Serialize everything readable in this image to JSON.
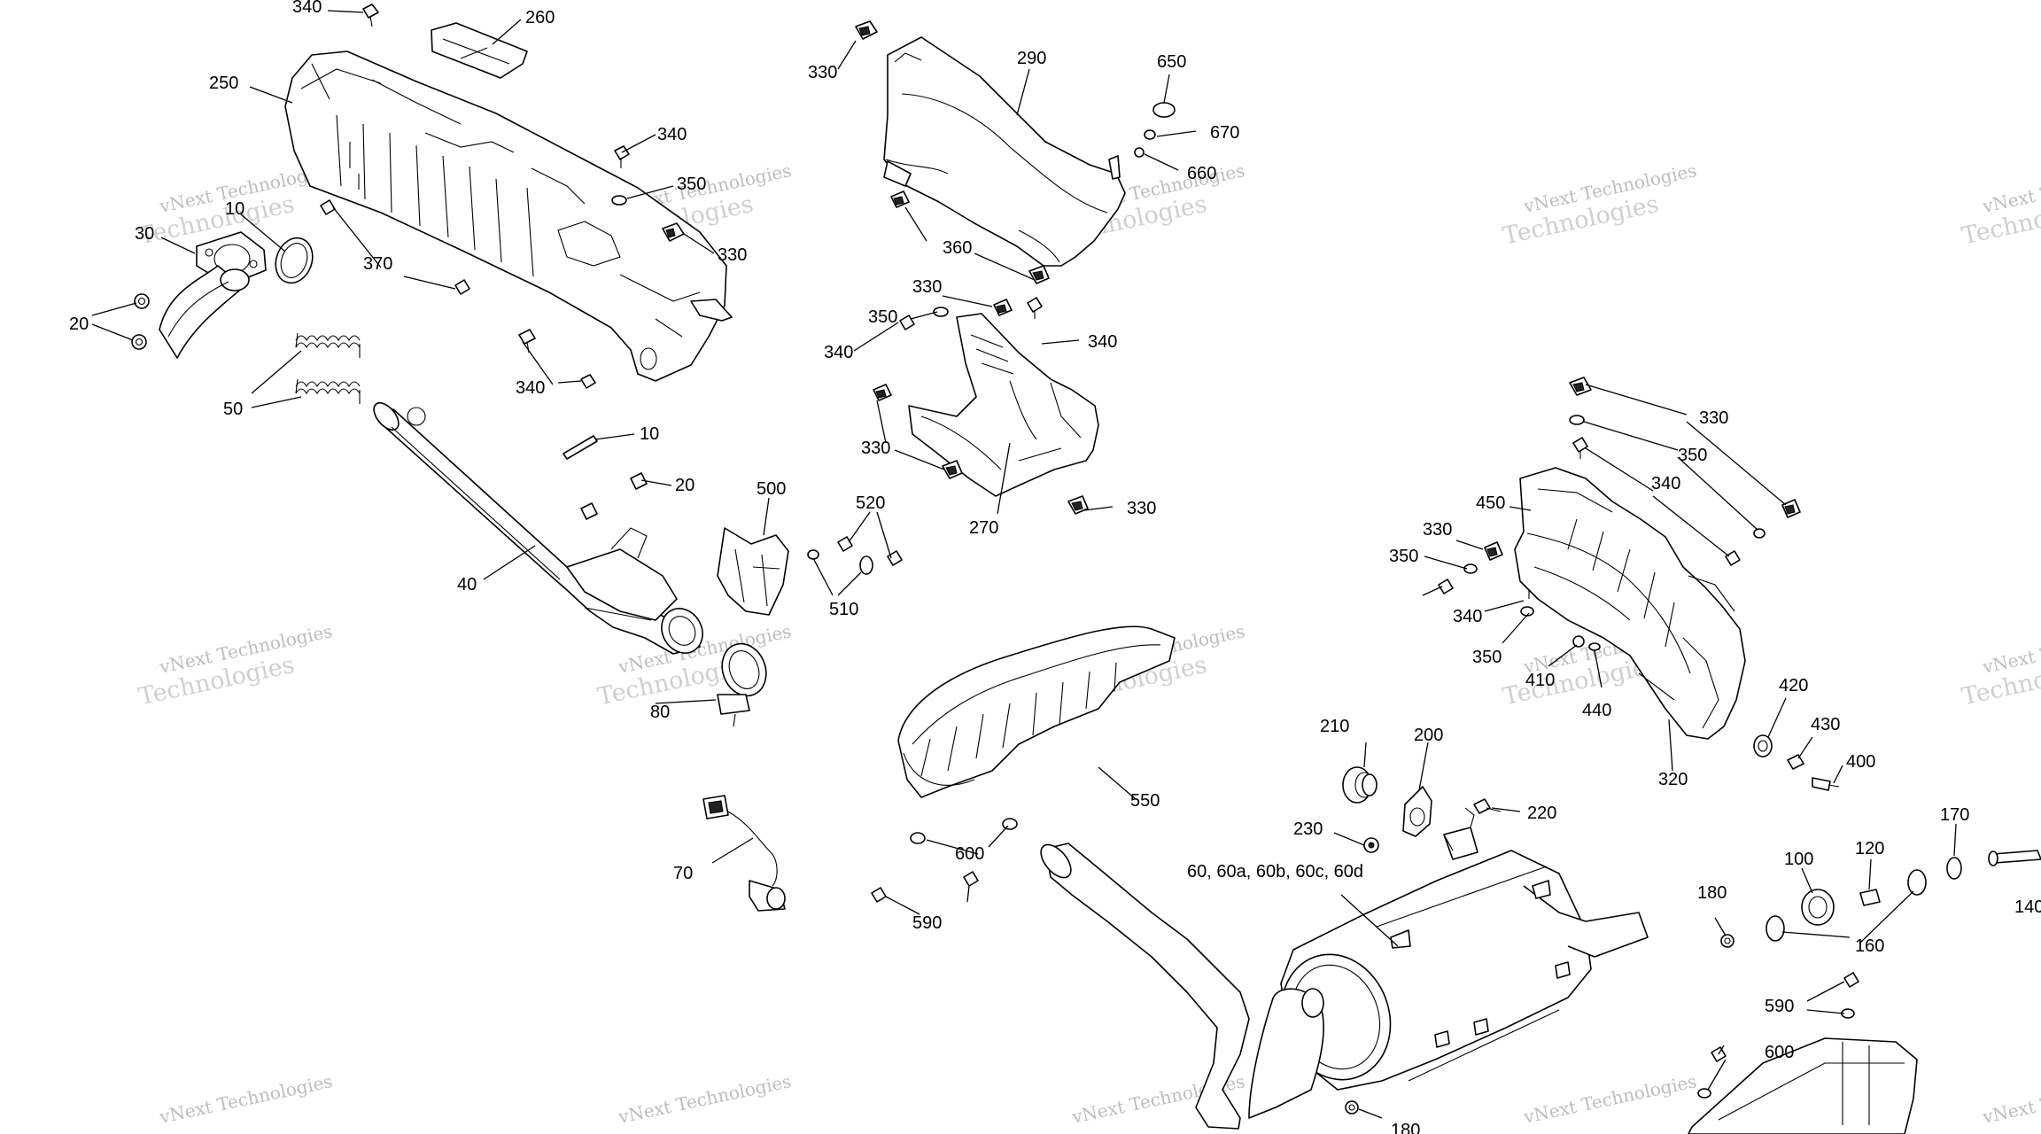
{
  "watermark": {
    "line1": "vNext Technologies",
    "line2": "Technologies"
  },
  "callouts": {
    "c340_top": "340",
    "c260": "260",
    "c250": "250",
    "c340_a": "340",
    "c350_a": "350",
    "c330_a": "330",
    "c10_a": "10",
    "c30": "30",
    "c20_a": "20",
    "c370": "370",
    "c340_b": "340",
    "c50": "50",
    "c10_b": "10",
    "c20_b": "20",
    "c40": "40",
    "c80": "80",
    "c70": "70",
    "c500": "500",
    "c520": "520",
    "c510": "510",
    "c330_b": "330",
    "c290": "290",
    "c650": "650",
    "c670": "670",
    "c660": "660",
    "c360": "360",
    "c330_c": "330",
    "c350_b": "350",
    "c340_c": "340",
    "c340_d": "340",
    "c330_d": "330",
    "c270": "270",
    "c330_e": "330",
    "c550": "550",
    "c600_a": "600",
    "c590_a": "590",
    "c210": "210",
    "c200": "200",
    "c230": "230",
    "c220": "220",
    "c60": "60, 60a, 60b, 60c, 60d",
    "c330_f": "330",
    "c350_c": "350",
    "c340_e": "340",
    "c450": "450",
    "c330_g": "330",
    "c350_d": "350",
    "c340_f": "340",
    "c350_e": "350",
    "c410": "410",
    "c440": "440",
    "c420": "420",
    "c430": "430",
    "c400": "400",
    "c320": "320",
    "c170": "170",
    "c140": "140",
    "c100": "100",
    "c120": "120",
    "c180_a": "180",
    "c160": "160",
    "c590_b": "590",
    "c600_b": "600",
    "c180_b": "180"
  }
}
